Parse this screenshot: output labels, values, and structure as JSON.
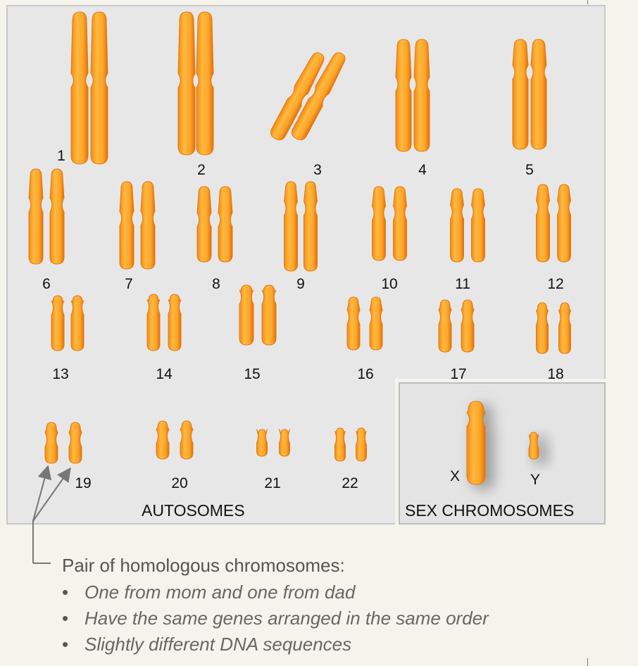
{
  "autosome_section": {
    "title": "AUTOSOMES"
  },
  "sex_section": {
    "title": "SEX CHROMOSOMES"
  },
  "autosomes": [
    {
      "label": "1"
    },
    {
      "label": "2"
    },
    {
      "label": "3"
    },
    {
      "label": "4"
    },
    {
      "label": "5"
    },
    {
      "label": "6"
    },
    {
      "label": "7"
    },
    {
      "label": "8"
    },
    {
      "label": "9"
    },
    {
      "label": "10"
    },
    {
      "label": "11"
    },
    {
      "label": "12"
    },
    {
      "label": "13"
    },
    {
      "label": "14"
    },
    {
      "label": "15"
    },
    {
      "label": "16"
    },
    {
      "label": "17"
    },
    {
      "label": "18"
    },
    {
      "label": "19"
    },
    {
      "label": "20"
    },
    {
      "label": "21"
    },
    {
      "label": "22"
    }
  ],
  "sex_chromosomes": [
    {
      "label": "X"
    },
    {
      "label": "Y"
    }
  ],
  "legend": {
    "title": "Pair of homologous chromosomes:",
    "points": [
      "One from mom and one from dad",
      "Have the same genes arranged in the same order",
      "Slightly different DNA sequences"
    ]
  },
  "colors": {
    "chromosome_light": "#ffb43a",
    "chromosome_dark": "#e8780e",
    "panel": "#e7e7e8",
    "arrow": "#777777"
  }
}
